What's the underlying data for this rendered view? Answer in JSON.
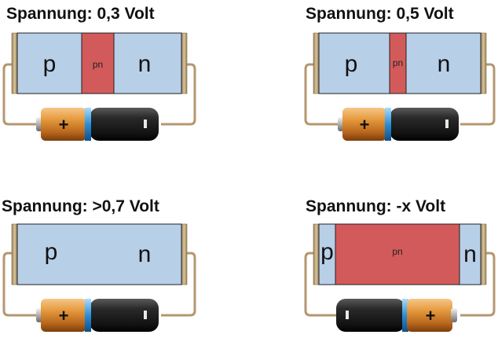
{
  "colors": {
    "p_region": "#b8cfe8",
    "pn_region": "#d35a5a",
    "n_region": "#b8cfe8",
    "wire": "#b49770",
    "electrode": "#c8b088",
    "battery_copper": "#d68a2e",
    "battery_black": "#1c1c1c",
    "battery_ring": "#3aa0e0"
  },
  "panels": [
    {
      "title": "Spannung: 0,3 Volt",
      "labels": {
        "p": "p",
        "pn": "pn",
        "n": "n"
      },
      "battery": {
        "plus": "+",
        "minus": "-",
        "orientation": "plus-left"
      }
    },
    {
      "title": "Spannung: 0,5 Volt",
      "labels": {
        "p": "p",
        "pn": "pn",
        "n": "n"
      },
      "battery": {
        "plus": "+",
        "minus": "-",
        "orientation": "plus-left"
      }
    },
    {
      "title": "Spannung: >0,7 Volt",
      "labels": {
        "p": "p",
        "pn": "",
        "n": "n"
      },
      "battery": {
        "plus": "+",
        "minus": "-",
        "orientation": "plus-left"
      }
    },
    {
      "title": "Spannung: -x Volt",
      "labels": {
        "p": "p",
        "pn": "pn",
        "n": "n"
      },
      "battery": {
        "plus": "+",
        "minus": "-",
        "orientation": "minus-left"
      }
    }
  ]
}
